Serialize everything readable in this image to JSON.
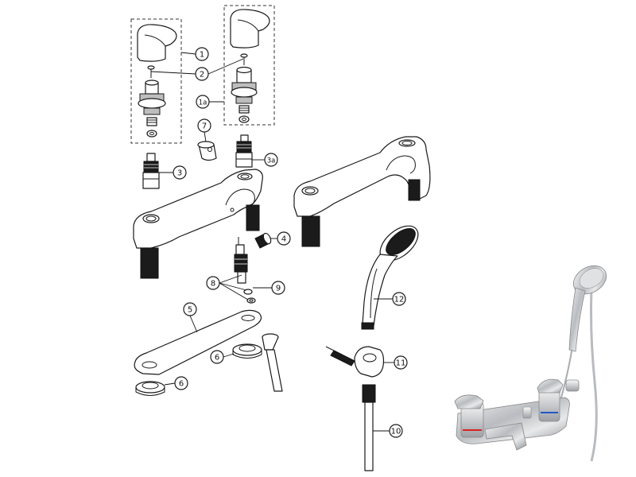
{
  "diagram": {
    "callouts": [
      {
        "id": "1",
        "label": "1"
      },
      {
        "id": "2",
        "label": "2"
      },
      {
        "id": "1a",
        "label": "1a"
      },
      {
        "id": "7",
        "label": "7"
      },
      {
        "id": "3",
        "label": "3"
      },
      {
        "id": "3a",
        "label": "3a"
      },
      {
        "id": "4",
        "label": "4"
      },
      {
        "id": "8",
        "label": "8"
      },
      {
        "id": "9",
        "label": "9"
      },
      {
        "id": "5",
        "label": "5"
      },
      {
        "id": "6a",
        "label": "6"
      },
      {
        "id": "6b",
        "label": "6"
      },
      {
        "id": "12",
        "label": "12"
      },
      {
        "id": "11",
        "label": "11"
      },
      {
        "id": "10",
        "label": "10"
      }
    ]
  }
}
